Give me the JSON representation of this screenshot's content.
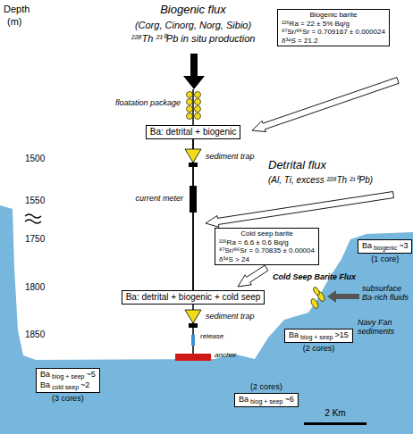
{
  "diagram": {
    "nodes": [
      {
        "text": [
          "Biogenic barite",
          "²²⁶Ra = 22 ± 5% Bq/g",
          "⁸⁷Sr/⁸⁶Sr = 0.709167 ± 0.000024",
          "δ³⁴S = 21.2"
        ]
      },
      {
        "text": [
          "Ba: detrital + biogenic"
        ]
      },
      {
        "text": [
          "Cold seep barite",
          "²²⁶Ra = 6.6 ± 0.6 Bq/g",
          "⁸⁷Sr/⁸⁶Sr = 0.70835 ± 0.00004",
          "δ³⁴S > 24"
        ]
      },
      {
        "text": [
          "Ba: detrital + biogenic + cold seep"
        ]
      },
      {
        "text": [
          "Ba",
          "biogenic",
          "~3",
          "(1 core)"
        ]
      },
      {
        "text": [
          "Ba",
          "biog + seep",
          ">15",
          "(2 cores)"
        ]
      },
      {
        "text": [
          "Ba",
          "biog + seep",
          "~6",
          "(2 cores)"
        ]
      },
      {
        "text": [
          "Ba",
          "biog + seep",
          "~5",
          "Ba",
          "cold seep",
          "~2",
          "(3 cores)"
        ]
      }
    ],
    "edges": [
      {
        "from": 1,
        "to": 3,
        "arrow": "none"
      }
    ],
    "labels": [
      "Depth",
      "(m)",
      "Biogenic flux",
      "(Corg, Cinorg, Norg, Sibio)",
      "²²⁸Th ²¹⁰Pb in situ production",
      "floatation package",
      "1500",
      "sediment trap",
      "current meter",
      "1550",
      "Detrital flux",
      "(Al, Ti, excess ²²⁸Th ²¹⁰Pb)",
      "1750",
      "1800",
      "Cold Seep Barite Flux",
      "subsurface Ba-rich fluids",
      "Navy Fan sediments",
      "sediment trap",
      "1850",
      "release",
      "anchor",
      "2 Km"
    ]
  }
}
